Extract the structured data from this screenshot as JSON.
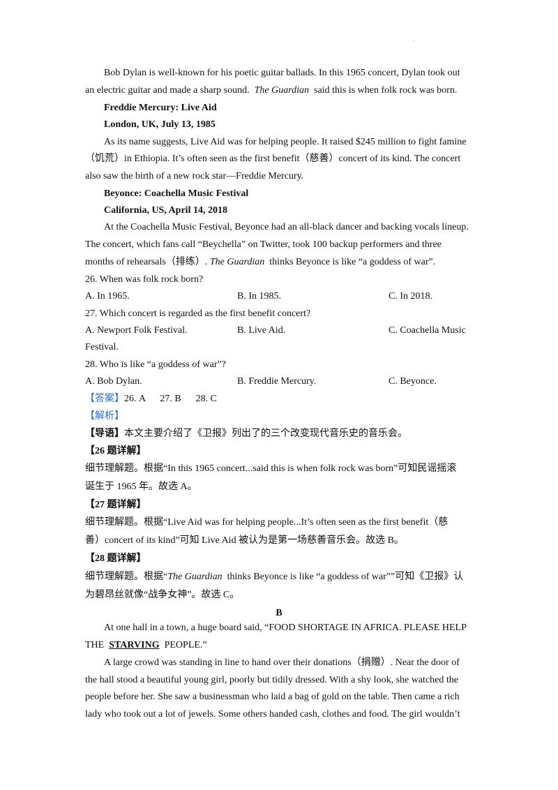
{
  "header_mark": ".",
  "p_dylan": {
    "l1": "Bob Dylan is well-known for his poetic guitar ballads. In this 1965 concert, Dylan took out",
    "l2a": "an electric guitar and made a sharp sound.",
    "l2b": "The Guardian",
    "l2c": "said this is when folk rock was born."
  },
  "freddie": {
    "heading": "Freddie Mercury: Live Aid",
    "place": "London, UK, July 13, 1985",
    "l1": "As its name suggests, Live Aid was for helping people. It raised $245 million to fight famine",
    "l2": "（饥荒）in Ethiopia. It’s often seen as the first benefit（慈善）concert of its kind. The concert",
    "l3": "also saw the birth of a new rock star—Freddie Mercury."
  },
  "beyonce": {
    "heading": "Beyonce: Coachella Music Festival",
    "place": "California, US, April 14, 2018",
    "l1": "At the Coachella Music Festival, Beyonce had an all-black dancer and backing vocals lineup.",
    "l2": "The concert, which fans call “Beychella” on Twitter, took 100 backup performers and three",
    "l3a": "months of rehearsals（排练）.",
    "l3b": "The Guardian",
    "l3c": "thinks Beyonce is like “a goddess of war”."
  },
  "questions": [
    {
      "q": "26.  When was folk rock born?",
      "a": "A.  In 1965.",
      "b": "B.  In 1985.",
      "c": "C.  In 2018."
    },
    {
      "q": "27.  Which concert is regarded as the first benefit concert?",
      "a": "A.  Newport Folk Festival.",
      "b": "B.  Live Aid.",
      "c": "C.  Coachella Music",
      "c2": "Festival."
    },
    {
      "q": "28.  Who is like “a goddess of war”?",
      "a": "A.  Bob Dylan.",
      "b": "B.  Freddie Mercury.",
      "c": "C.  Beyonce."
    }
  ],
  "answer": {
    "tag": "【答案】",
    "text": "26. A      27. B      28. C"
  },
  "analysis_tag": "【解析】",
  "guide": {
    "tag": "【导语】",
    "text": "本文主要介绍了《卫报》列出了的三个改变现代音乐史的音乐会。"
  },
  "d26": {
    "tag": "【26 题详解】",
    "l1": "细节理解题。根据“In this 1965 concert...said this is when folk rock was born”可知民谣摇滚",
    "l2": "诞生于 1965 年。故选 A。"
  },
  "d27": {
    "tag": "【27 题详解】",
    "l1": "细节理解题。根据“Live Aid was for helping people...It’s often seen as the first benefit（慈",
    "l2": "善）concert of its kind”可知 Live Aid 被认为是第一场慈善音乐会。故选 B。"
  },
  "d28": {
    "tag": "【28 题详解】",
    "l1a": "细节理解题。根据“",
    "l1b": "The Guardian",
    "l1c": "thinks Beyonce is like “a goddess of war””可知《卫报》认",
    "l2": "为碧昂丝就像“战争女神”。故选 C。"
  },
  "section_b": {
    "title": "B",
    "l1": "At one hall in a town, a huge board said, “FOOD SHORTAGE IN AFRICA. PLEASE HELP",
    "l2a": "THE",
    "l2b": "STARVING",
    "l2c": "PEOPLE.”",
    "l3": "A large crowd was standing in line to hand over their donations（捐赠）. Near the door of",
    "l4": "the hall stood a beautiful young girl, poorly but tidily dressed. With a shy look, she watched the",
    "l5": "people before her. She saw a businessman who laid a bag of gold on the table. Then came a rich",
    "l6": "lady who took out a lot of jewels. Some others handed cash, clothes and food. The girl wouldn’t"
  }
}
